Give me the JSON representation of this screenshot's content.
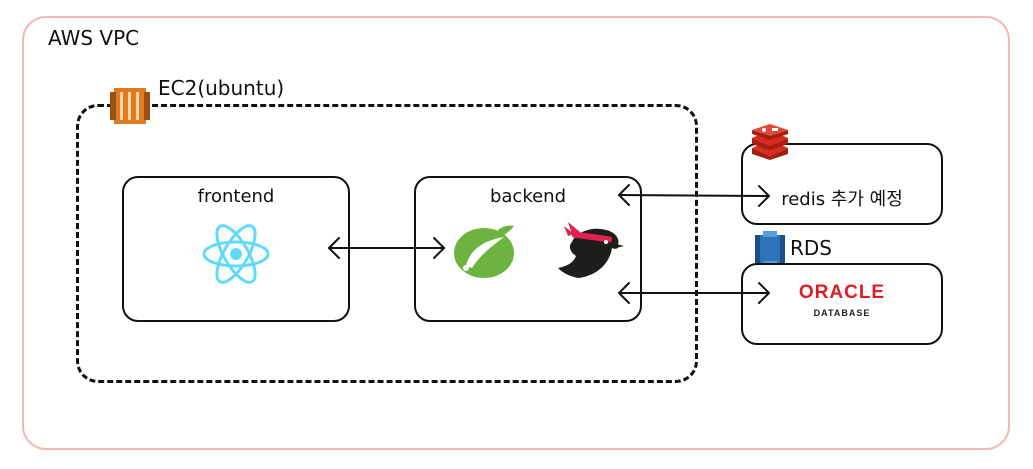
{
  "diagram": {
    "vpc_label": "AWS VPC",
    "ec2_label": "EC2(ubuntu)",
    "frontend_label": "frontend",
    "backend_label": "backend",
    "redis_label": "redis 추가 예정",
    "rds_label": "RDS",
    "oracle_logo_text": "ORACLE",
    "oracle_logo_sub": "DATABASE"
  },
  "colors": {
    "vpc_border": "#f3b8b8",
    "aws_orange": "#e07b1f",
    "react_cyan": "#61dafb",
    "spring_green": "#6db33f",
    "redis_red": "#d82c20",
    "rds_blue": "#2e73b8",
    "oracle_red": "#e11b22"
  },
  "icons": [
    "ec2-icon",
    "react-icon",
    "spring-icon",
    "nestjs-bird-icon",
    "redis-icon",
    "rds-icon",
    "oracle-logo"
  ]
}
